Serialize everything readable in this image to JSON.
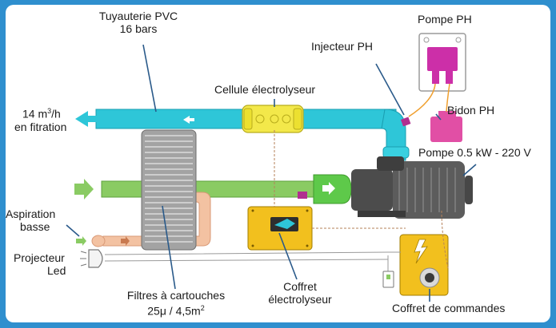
{
  "labels": {
    "tuyauterie": [
      "Tuyauterie PVC",
      "16 bars"
    ],
    "pompe_ph": "Pompe PH",
    "injecteur_ph": "Injecteur PH",
    "cellule": "Cellule électrolyseur",
    "bidon_ph": "Bidon PH",
    "debit": {
      "value": "14 m",
      "sup": "3",
      "rest": "/h",
      "line2": "en fitration"
    },
    "pompe": "Pompe 0.5 kW - 220 V",
    "aspiration": [
      "Aspiration",
      "basse"
    ],
    "projecteur": [
      "Projecteur",
      "Led"
    ],
    "filtres": {
      "line1": "Filtres à cartouches",
      "line2_pre": "25μ / 4,5m",
      "line2_sup": "2"
    },
    "coffret_electrolyseur": [
      "Coffret",
      "électrolyseur"
    ],
    "coffret_commandes": "Coffret de commandes"
  },
  "colors": {
    "frame": "#2f8fce",
    "return_pipe": "#2ec6d8",
    "suction_pipe": "#8acb63",
    "filter_pipe": "#f3c2a2",
    "cell": "#f3e84a",
    "box": "#f2c01e",
    "dosing_pump": "#cc2fa8",
    "pump_body": "#545454"
  }
}
